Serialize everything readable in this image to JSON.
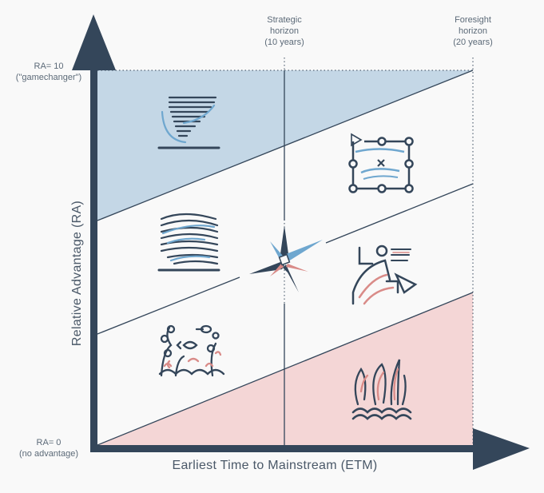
{
  "diagram": {
    "x_axis_title": "Earliest Time to Mainstream (ETM)",
    "y_axis_title": "Relative Advantage (RA)",
    "y_top_label": "RA= 10",
    "y_top_sublabel": "(\"gamechanger\")",
    "y_bottom_label": "RA= 0",
    "y_bottom_sublabel": "(no advantage)",
    "horizons": [
      {
        "line1": "Strategic",
        "line2": "horizon",
        "line3": "(10 years)"
      },
      {
        "line1": "Foresight",
        "line2": "horizon",
        "line3": "(20 years)"
      }
    ],
    "colors": {
      "axis": "#34465a",
      "top_zone": "#c4d7e6",
      "bottom_zone": "#f4d6d6",
      "accent_blue": "#6fa7cf",
      "accent_red": "#d98b88",
      "icon_dark": "#34465a"
    },
    "icons": [
      "tornado-icon",
      "strategy-board-icon",
      "storm-lines-icon",
      "compass-icon",
      "captain-at-helm-icon",
      "sea-reef-icon",
      "kraken-tentacles-icon"
    ]
  }
}
